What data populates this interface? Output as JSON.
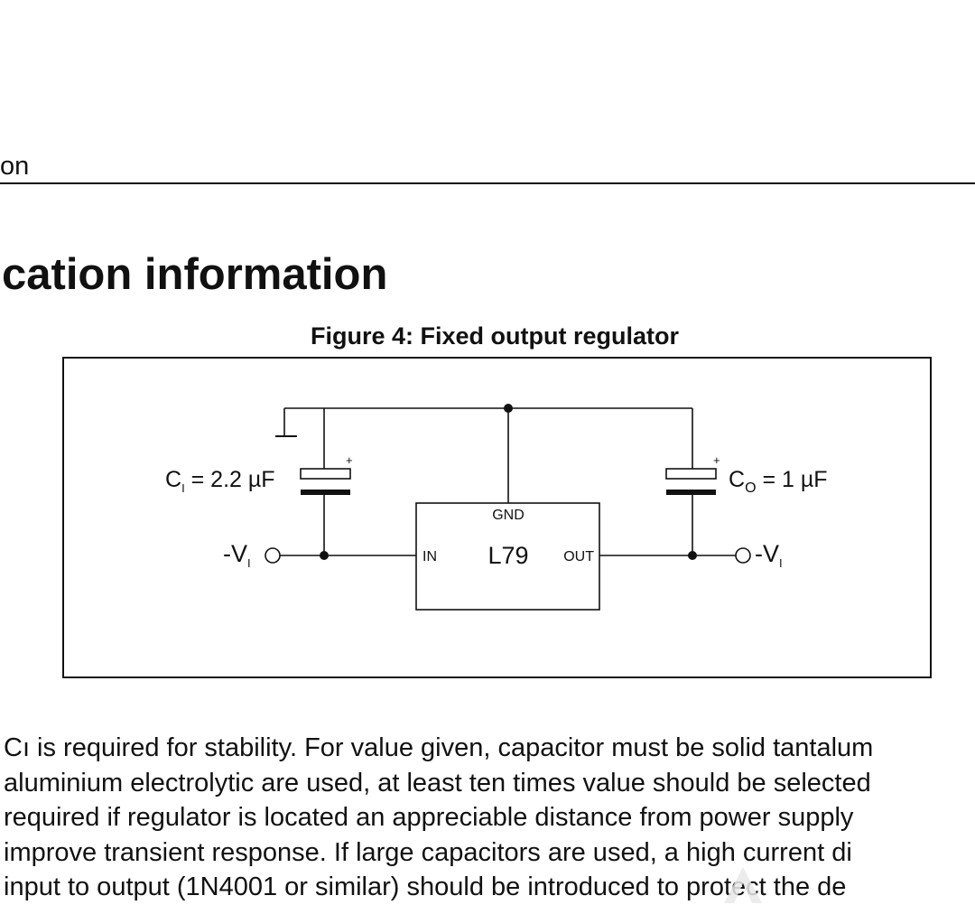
{
  "header": {
    "section_text": "on"
  },
  "section_title": "cation information",
  "figure": {
    "caption": "Figure 4: Fixed output regulator",
    "regulator": {
      "name": "L79",
      "pin_gnd": "GND",
      "pin_in": "IN",
      "pin_out": "OUT"
    },
    "input_cap": {
      "prefix": "C",
      "subscript": "I",
      "value": " = 2.2 µF",
      "polarity": "+"
    },
    "output_cap": {
      "prefix": "C",
      "subscript": "O",
      "value": " = 1 µF",
      "polarity": "+"
    },
    "input_terminal": {
      "prefix": "-V",
      "subscript": "I"
    },
    "output_terminal": {
      "prefix": "-V",
      "subscript": "I"
    }
  },
  "body": {
    "lines": [
      "Cı is required for stability. For value given, capacitor must be solid tantalum",
      "aluminium electrolytic are used, at least ten times value should be selected",
      "required if regulator is located an appreciable distance from power supply",
      "improve transient response. If large capacitors are used, a high current di",
      "input to output (1N4001 or similar) should be introduced to protect the de"
    ]
  },
  "colors": {
    "ink": "#111111",
    "paper": "#ffffff",
    "watermark": "#e9e9e9"
  }
}
